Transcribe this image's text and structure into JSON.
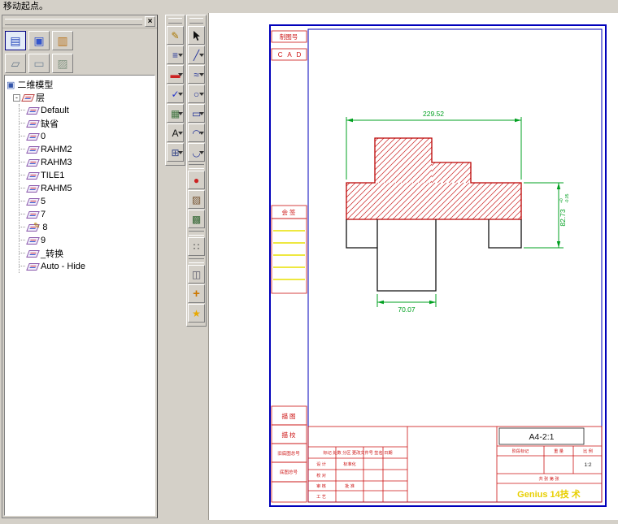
{
  "status_bar": {
    "prompt": "移动起点。"
  },
  "left_panel": {
    "close_label": "×",
    "toolbar_row1": [
      {
        "name": "layer-manager",
        "glyph": "▤"
      },
      {
        "name": "frame-manager",
        "glyph": "▣"
      },
      {
        "name": "sheet-manager",
        "glyph": "▥"
      }
    ],
    "toolbar_row2": [
      {
        "name": "new-view",
        "glyph": "▱"
      },
      {
        "name": "show-window",
        "glyph": "▭"
      },
      {
        "name": "display-options",
        "glyph": "▨"
      }
    ],
    "tree": {
      "root": "二维模型",
      "folder": "层",
      "expander": "-",
      "pencil": "✎",
      "active_layer": "8",
      "layers": [
        "Default",
        "缺省",
        "0",
        "RAHM2",
        "RAHM3",
        "TILE1",
        "RAHM5",
        "5",
        "7",
        "8",
        "9",
        "_转换",
        "Auto - Hide"
      ]
    }
  },
  "format_toolbar": {
    "items": [
      {
        "name": "property-pencil",
        "glyph": "✎"
      },
      {
        "name": "line-style",
        "glyph": "≡"
      },
      {
        "name": "line-color",
        "glyph": "▬"
      },
      {
        "name": "angle-snap",
        "glyph": "✓"
      },
      {
        "name": "hatch-style",
        "glyph": "▦"
      },
      {
        "name": "text-style",
        "glyph": "A"
      },
      {
        "name": "table",
        "glyph": "⊞"
      }
    ]
  },
  "draw_toolbar": {
    "items": [
      {
        "name": "select-cursor"
      },
      {
        "name": "line-tool",
        "glyph": "╱"
      },
      {
        "name": "spline-tool",
        "glyph": "≈"
      },
      {
        "name": "circle-tool",
        "glyph": "○"
      },
      {
        "name": "rect-tool",
        "glyph": "▭"
      },
      {
        "name": "arc-tool",
        "glyph": "◠"
      },
      {
        "name": "curve-tool",
        "glyph": "◡"
      },
      {
        "name": "fill-tool",
        "glyph": "●"
      },
      {
        "name": "hatch-tool",
        "glyph": "▨"
      },
      {
        "name": "pattern-tool",
        "glyph": "▩"
      },
      {
        "name": "point-tool",
        "glyph": "∷"
      },
      {
        "name": "iso-cube-tool",
        "glyph": "◫"
      },
      {
        "name": "pan-move-tool",
        "glyph": "+"
      },
      {
        "name": "new-object-tool",
        "glyph": "★"
      }
    ]
  },
  "sheet": {
    "margin": {
      "box1": "制图号",
      "box2": "C A D",
      "countersign": "会 签",
      "bottom_boxes": [
        "描 图",
        "描 校",
        "旧底图总号",
        "底图总号"
      ]
    },
    "title_block": {
      "format_scale": "A4-2:1",
      "header_row": "标记 处数 分区 更改文件号 签名 日期",
      "left_col": [
        "设 计",
        "校 对",
        "审 核",
        "工 艺"
      ],
      "mid_col": [
        "标准化",
        "批 准"
      ],
      "stage_cols": [
        "阶段标记",
        "重 量",
        "比 例"
      ],
      "scale_value": "1:2",
      "sheets_row": "共  张  第  张",
      "company": "Genius 14技 术"
    },
    "dimensions": {
      "width": "229.52",
      "notch_width": "70.07",
      "height": "82.73",
      "height_tol_upper": "+0",
      "height_tol_lower": "-0.05"
    }
  }
}
